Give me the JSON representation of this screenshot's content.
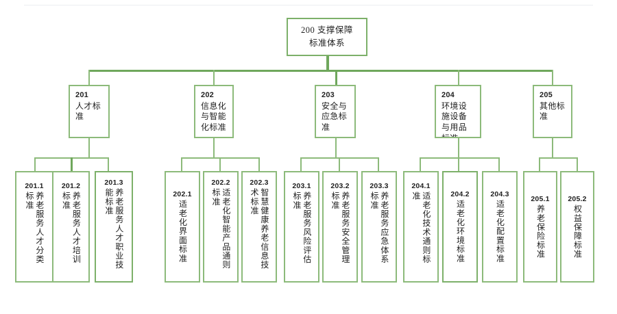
{
  "diagram": {
    "title": "200 支撑保障标准体系",
    "theme_color": "#8cba7a",
    "accent_color": "#6fa75c",
    "root": {
      "line1": "200 支撑保障",
      "line2": "标准体系"
    },
    "level2": [
      {
        "code": "201",
        "label": "人才标准"
      },
      {
        "code": "202",
        "label": "信息化与智能化标准"
      },
      {
        "code": "203",
        "label": "安全与应急标准"
      },
      {
        "code": "204",
        "label": "环境设施设备与用品标准"
      },
      {
        "code": "205",
        "label": "其他标准"
      }
    ],
    "leaves": [
      {
        "code": "201.1",
        "label": "养老服务人才分类标准"
      },
      {
        "code": "201.2",
        "label": "养老服务人才培训标准"
      },
      {
        "code": "201.3",
        "label": "养老服务人才职业技能标准"
      },
      {
        "code": "202.1",
        "label": "适老化界面标准"
      },
      {
        "code": "202.2",
        "label": "适老化智能产品通则标准"
      },
      {
        "code": "202.3",
        "label": "智慧健康养老信息技术标准"
      },
      {
        "code": "203.1",
        "label": "养老服务风险评估标准"
      },
      {
        "code": "203.2",
        "label": "养老服务安全管理标准"
      },
      {
        "code": "203.3",
        "label": "养老服务应急体系标准"
      },
      {
        "code": "204.1",
        "label": "适老化技术通则标准"
      },
      {
        "code": "204.2",
        "label": "适老化环境标准"
      },
      {
        "code": "204.3",
        "label": "适老化配置标准"
      },
      {
        "code": "205.1",
        "label": "养老保险标准"
      },
      {
        "code": "205.2",
        "label": "权益保障标准"
      }
    ]
  }
}
